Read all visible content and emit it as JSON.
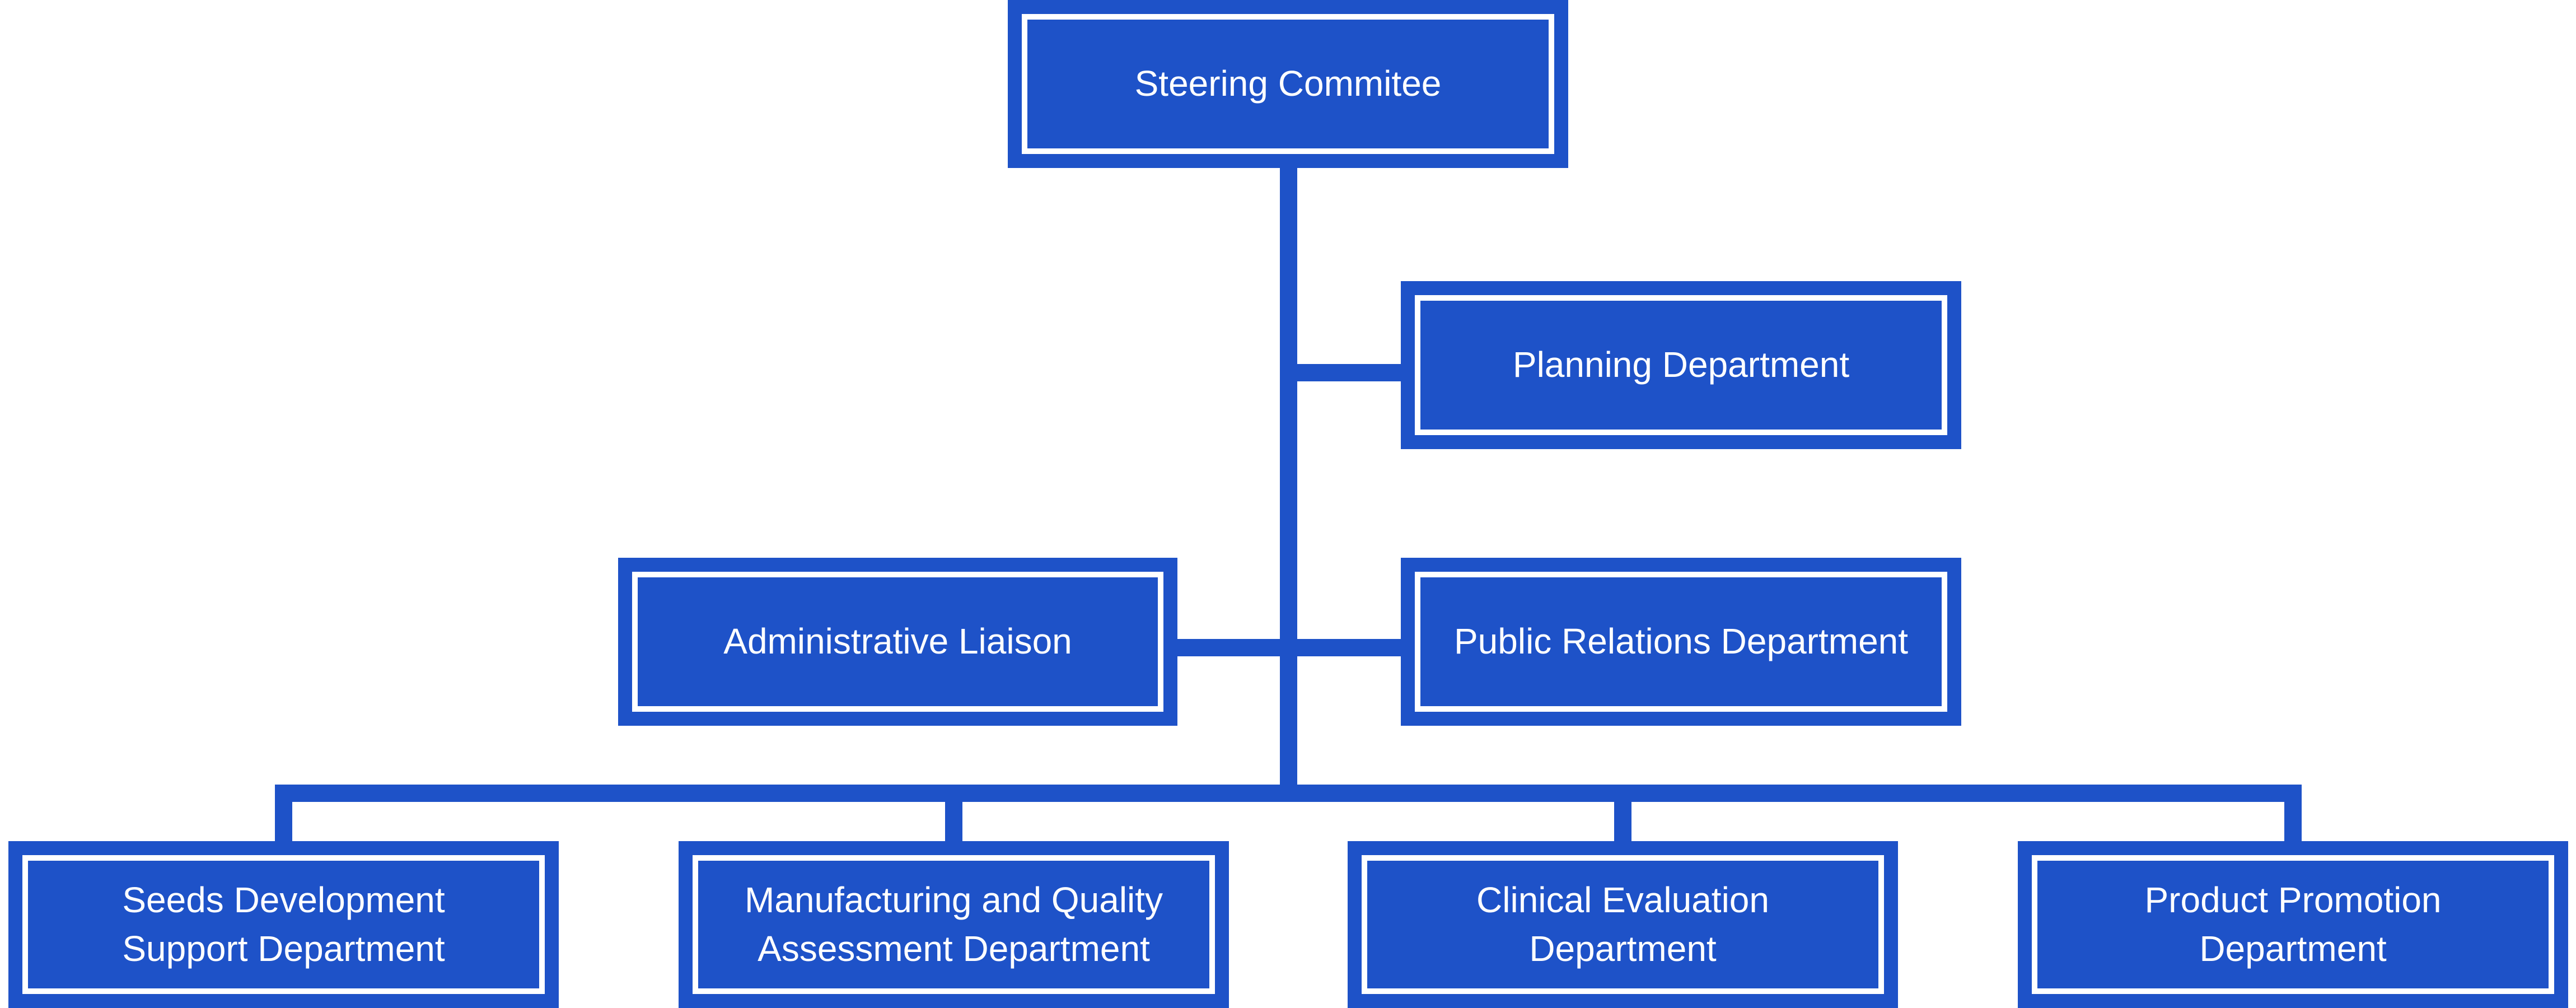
{
  "diagram_type": "organization-chart",
  "colors": {
    "box_blue": "#1e52c8",
    "text_white": "#ffffff",
    "background_white": "#ffffff"
  },
  "nodes": [
    {
      "id": "steering-committee",
      "label": "Steering Commitee",
      "level": 1
    },
    {
      "id": "planning-department",
      "label": "Planning Department",
      "level": 2
    },
    {
      "id": "administrative-liaison",
      "label": "Administrative Liaison",
      "level": 2
    },
    {
      "id": "public-relations-department",
      "label": "Public Relations Department",
      "level": 2
    },
    {
      "id": "seeds-development-support-department",
      "label": "Seeds Development\nSupport Department",
      "level": 3
    },
    {
      "id": "manufacturing-quality-assessment-department",
      "label": "Manufacturing and Quality\nAssessment Department",
      "level": 3
    },
    {
      "id": "clinical-evaluation-department",
      "label": "Clinical Evaluation\nDepartment",
      "level": 3
    },
    {
      "id": "product-promotion-department",
      "label": "Product Promotion\nDepartment",
      "level": 3
    }
  ],
  "edges": [
    {
      "from": "steering-committee",
      "to": "planning-department"
    },
    {
      "from": "steering-committee",
      "to": "administrative-liaison"
    },
    {
      "from": "steering-committee",
      "to": "public-relations-department"
    },
    {
      "from": "steering-committee",
      "to": "seeds-development-support-department"
    },
    {
      "from": "steering-committee",
      "to": "manufacturing-quality-assessment-department"
    },
    {
      "from": "steering-committee",
      "to": "clinical-evaluation-department"
    },
    {
      "from": "steering-committee",
      "to": "product-promotion-department"
    }
  ]
}
